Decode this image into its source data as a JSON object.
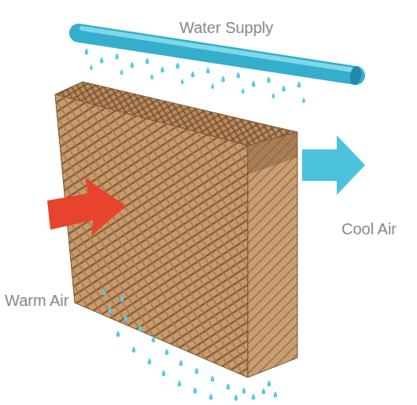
{
  "diagram": {
    "labels": [
      "Water Supply",
      "Warm Air",
      "Cool Air"
    ]
  }
}
